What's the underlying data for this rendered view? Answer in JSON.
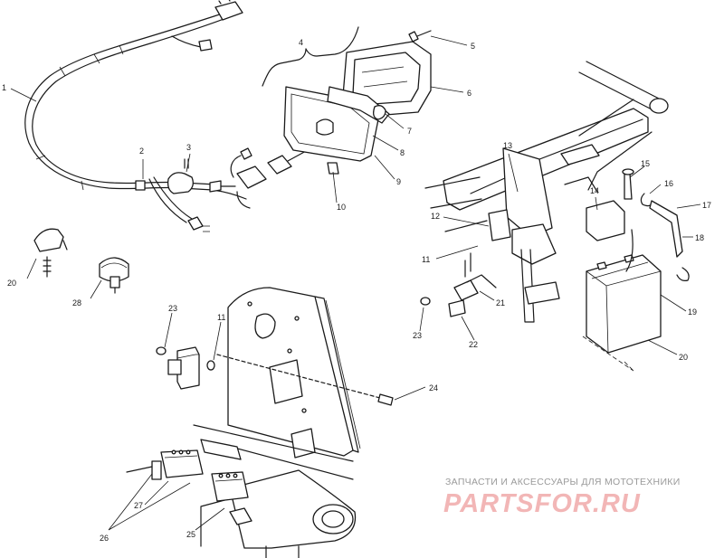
{
  "callouts": {
    "c1": "1",
    "c2": "2",
    "c3": "3",
    "c4": "4",
    "c5": "5",
    "c6": "6",
    "c7": "7",
    "c8": "8",
    "c9": "9",
    "c10": "10",
    "c11a": "11",
    "c11b": "11",
    "c12": "12",
    "c13": "13",
    "c14": "14",
    "c15": "15",
    "c16": "16",
    "c17": "17",
    "c18": "18",
    "c19": "19",
    "c20a": "20",
    "c20b": "20",
    "c21": "21",
    "c22": "22",
    "c23a": "23",
    "c23b": "23",
    "c24": "24",
    "c25": "25",
    "c26": "26",
    "c27": "27",
    "c28": "28"
  },
  "watermark": {
    "subtitle": "ЗАПЧАСТИ И АКСЕССУАРЫ ДЛЯ МОТОТЕХНИКИ",
    "logo": "PARTSFOR.RU"
  }
}
